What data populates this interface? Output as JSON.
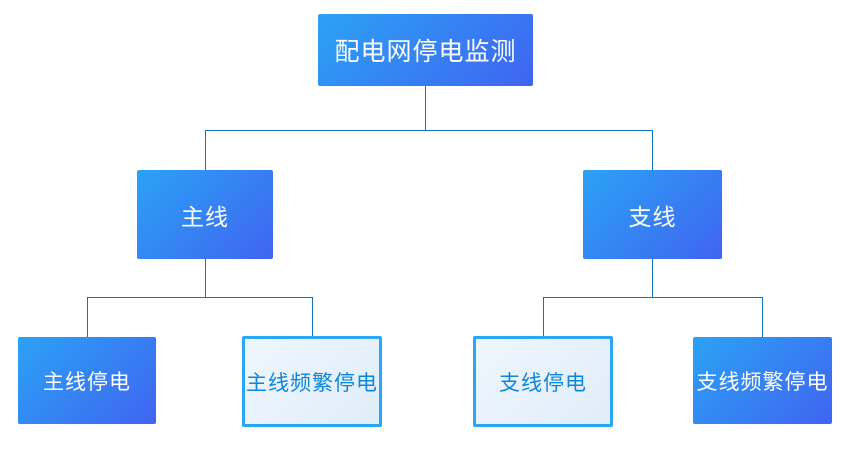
{
  "diagram": {
    "title": "配电网停电监测",
    "type": "tree",
    "colors": {
      "solid_node_gradient_start": "#2BA2F5",
      "solid_node_gradient_end": "#4064F1",
      "solid_node_text": "#FFFFFF",
      "light_node_background": "#E6F1FB",
      "light_node_border": "#2BA6F7",
      "light_node_text": "#0E86DC",
      "connector_line": "#0E73C0",
      "page_background": "#FFFFFF"
    },
    "nodes": {
      "root": {
        "label": "配电网停电监测",
        "style": "solid"
      },
      "main_line": {
        "label": "主线",
        "style": "solid",
        "parent": "root"
      },
      "branch_line": {
        "label": "支线",
        "style": "solid",
        "parent": "root"
      },
      "main_line_outage": {
        "label": "主线停电",
        "style": "solid",
        "parent": "main_line"
      },
      "main_line_frequent_outage": {
        "label": "主线频繁停电",
        "style": "light",
        "parent": "main_line"
      },
      "branch_line_outage": {
        "label": "支线停电",
        "style": "light",
        "parent": "branch_line"
      },
      "branch_line_frequent_outage": {
        "label": "支线频繁停电",
        "style": "solid",
        "parent": "branch_line"
      }
    }
  }
}
